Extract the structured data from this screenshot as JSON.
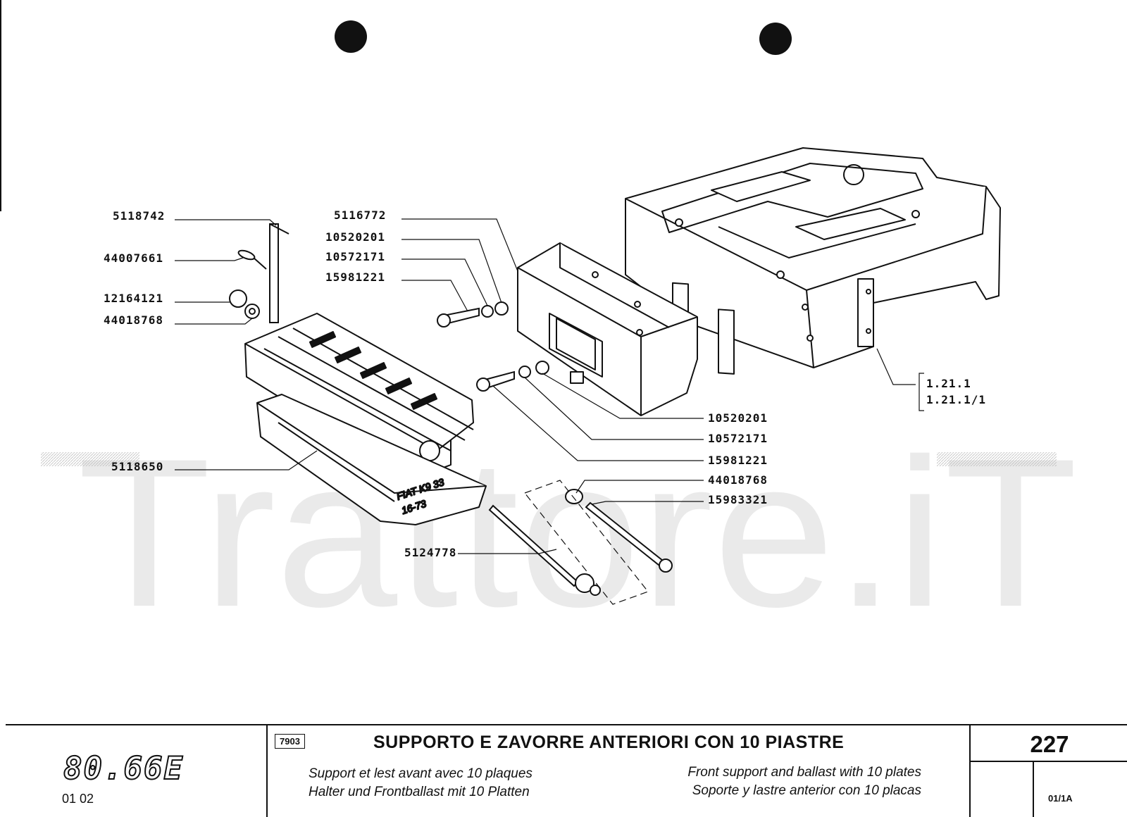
{
  "watermark": "Trattore.iT",
  "labels": {
    "left": [
      "5118742",
      "44007661",
      "12164121",
      "44018768"
    ],
    "middle": [
      "5116772",
      "10520201",
      "10572171",
      "15981221"
    ],
    "right": [
      "10520201",
      "10572171",
      "15981221",
      "44018768",
      "15983321"
    ],
    "ref_a": "1.21.1",
    "ref_b": "1.21.1/1",
    "ballast": "5118650",
    "bolt": "5124778"
  },
  "weight_marking": [
    "FIAT K9 33",
    "16-73"
  ],
  "title_block": {
    "model": "80.66E",
    "model_code": "01   02",
    "code_box": "7903",
    "title": "SUPPORTO E ZAVORRE ANTERIORI CON 10 PIASTRE",
    "subtitle_fr": "Support et lest avant avec 10 plaques",
    "subtitle_de": "Halter und Frontballast mit 10 Platten",
    "subtitle_en": "Front support and ballast with 10 plates",
    "subtitle_es": "Soporte y lastre anterior con 10 placas",
    "page": "227",
    "revision": "01/1A"
  },
  "colors": {
    "ink": "#111111",
    "paper": "#ffffff",
    "watermark": "#d9d9d9"
  }
}
